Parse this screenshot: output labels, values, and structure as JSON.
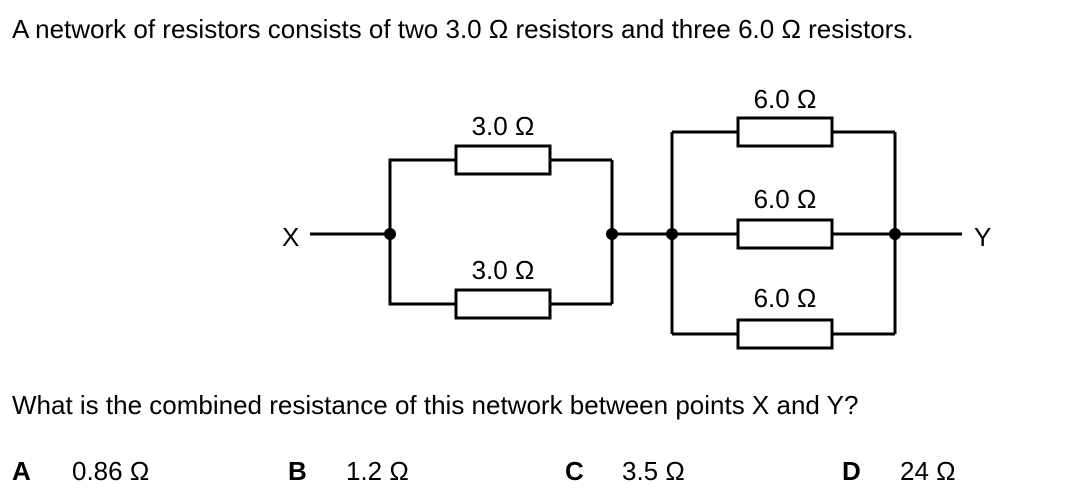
{
  "question": {
    "intro": "A network of resistors consists of two 3.0 Ω resistors and three 6.0 Ω resistors.",
    "prompt": "What is the combined resistance of this network between points X and Y?"
  },
  "diagram": {
    "terminal_left": "X",
    "terminal_right": "Y",
    "resistors": [
      {
        "id": "r1",
        "label": "3.0 Ω",
        "group": "series-left-parallel",
        "branch": "top"
      },
      {
        "id": "r2",
        "label": "3.0 Ω",
        "group": "series-left-parallel",
        "branch": "bottom"
      },
      {
        "id": "r3",
        "label": "6.0 Ω",
        "group": "series-right-parallel",
        "branch": "top"
      },
      {
        "id": "r4",
        "label": "6.0 Ω",
        "group": "series-right-parallel",
        "branch": "middle"
      },
      {
        "id": "r5",
        "label": "6.0 Ω",
        "group": "series-right-parallel",
        "branch": "bottom"
      }
    ]
  },
  "options": [
    {
      "letter": "A",
      "value": "0.86 Ω"
    },
    {
      "letter": "B",
      "value": "1.2 Ω"
    },
    {
      "letter": "C",
      "value": "3.5 Ω"
    },
    {
      "letter": "D",
      "value": "24 Ω"
    }
  ]
}
